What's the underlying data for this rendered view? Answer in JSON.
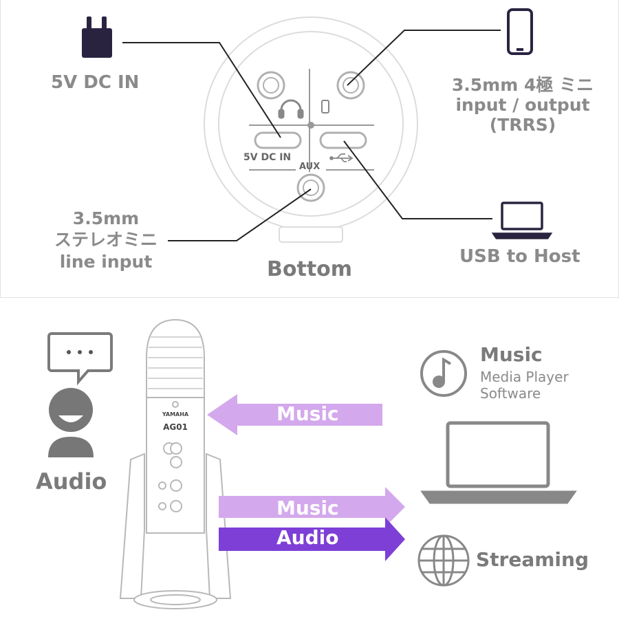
{
  "top": {
    "dc_in": "5V DC IN",
    "trrs": [
      "3.5mm 4極 ミニ",
      "input / output",
      "(TRRS)"
    ],
    "line_in": [
      "3.5mm",
      "ステレオミニ",
      "line input"
    ],
    "usb": "USB to Host",
    "bottom": "Bottom",
    "panel_dc": "5V DC IN",
    "panel_aux": "AUX"
  },
  "bottom": {
    "audio_person": "Audio",
    "music_title": "Music",
    "media_player": [
      "Media Player",
      "Software"
    ],
    "arrow_in": "Music",
    "arrow_out_music": "Music",
    "arrow_out_audio": "Audio",
    "streaming": "Streaming"
  },
  "mic": {
    "brand": "YAMAHA",
    "model": "AG01"
  },
  "colors": {
    "label_gray": "#8a8a8a",
    "icon_navy": "#2a2340",
    "arrow_light": "#d4a8ec",
    "arrow_dark": "#7e3fd6"
  }
}
